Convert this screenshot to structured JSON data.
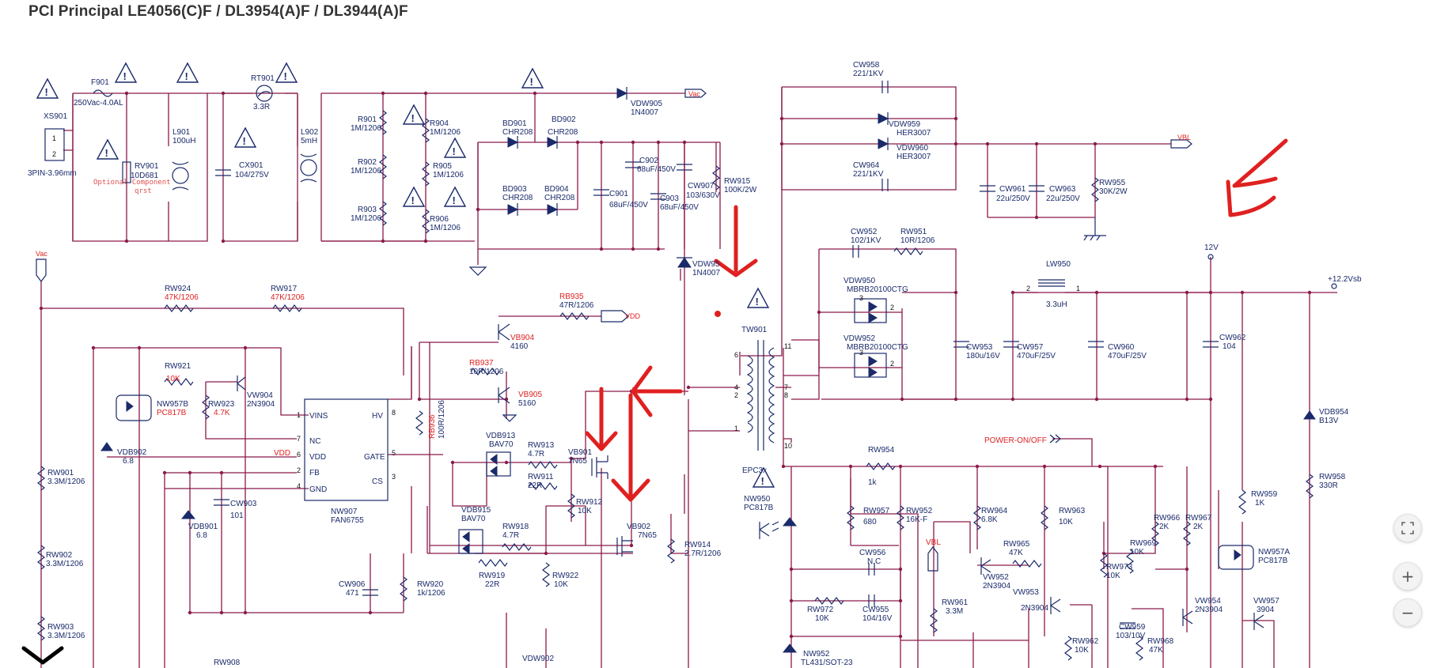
{
  "title": "PCI Principal LE4056(C)F / DL3954(A)F / DL3944(A)F",
  "controls": {
    "fit_icon": "fit-screen-icon",
    "zoom_in_label": "+",
    "zoom_out_label": "−"
  },
  "labels": {
    "XS901": "XS901",
    "XS901_pkg": "3PIN-3.96mm",
    "F901": "F901",
    "F901_val": "250Vac-4.0AL",
    "RV901": "RV901",
    "RV901_val": "10D681",
    "optional": "Optional Component",
    "qrst": "qrst",
    "L901": "L901",
    "L901_val": "100uH",
    "CX901": "CX901",
    "CX901_val": "104/275V",
    "RT901": "RT901",
    "RT901_val": "3.3R",
    "L902": "L902",
    "L902_val": "5mH",
    "R901": "R901",
    "R901_val": "1M/1206",
    "R902": "R902",
    "R902_val": "1M/1206",
    "R903": "R903",
    "R903_val": "1M/1206",
    "R904": "R904",
    "R904_val": "1M/1206",
    "R905": "R905",
    "R905_val": "1M/1206",
    "R906": "R906",
    "R906_val": "1M/1206",
    "BD901": "BD901",
    "BD901_val": "CHR208",
    "BD902": "BD902",
    "BD902_val": "CHR208",
    "BD903": "BD903",
    "BD903_val": "CHR208",
    "BD904": "BD904",
    "BD904_val": "CHR208",
    "VDW905": "VDW905",
    "VDW905_val": "1N4007",
    "Vac_out": "Vac",
    "C901": "C901",
    "C901_val": "68uF/450V",
    "C902": "C902",
    "C902_val": "68uF/450V",
    "C903": "C903",
    "C903_val": "68uF/450V",
    "CW907": "CW907",
    "CW907_val": "103/630V",
    "RW915": "RW915",
    "RW915_val": "100K/2W",
    "VDW95x": "VDW95",
    "VDW95x_val": "1N4007",
    "CW958": "CW958",
    "CW958_val": "221/1KV",
    "VDW959": "VDW959",
    "VDW959_val": "HER3007",
    "VDW960": "VDW960",
    "VDW960_val": "HER3007",
    "CW964": "CW964",
    "CW964_val": "221/1KV",
    "VBL_out": "VBL",
    "CW961": "CW961",
    "CW961_val": "22u/250V",
    "CW963": "CW963",
    "CW963_val": "22u/250V",
    "RW955": "RW955",
    "RW955_val": "30K/2W",
    "Vac_in": "Vac",
    "RW924": "RW924",
    "RW924_val": "47K/1206",
    "RW917": "RW917",
    "RW917_val": "47K/1206",
    "RB935": "RB935",
    "RB935_val": "47R/1206",
    "VDD_out": "VDD",
    "VB904": "VB904",
    "VB904_val": "4160",
    "RB937": "RB937",
    "RB937_val": "10R/1206",
    "VB905": "VB905",
    "VB905_val": "5160",
    "RB936": "RB936",
    "RB936_val": "100R/1206",
    "RW921": "RW921",
    "RW921_val": "10K",
    "VW904": "VW904",
    "VW904_val": "2N3904",
    "NW957B": "NW957B",
    "NW957B_val": "PC817B",
    "RW923": "RW923",
    "RW923_val": "4.7K",
    "VDB902": "VDB902",
    "VDB902_val": "6.8",
    "VDD_lbl": "VDD",
    "ic_VINS": "VINS",
    "ic_HV": "HV",
    "ic_NC": "NC",
    "ic_VDD": "VDD",
    "ic_GATE": "GATE",
    "ic_FB": "FB",
    "ic_CS": "CS",
    "ic_GND": "GND",
    "NW907": "NW907",
    "NW907_val": "FAN6755",
    "CW903": "CW903",
    "CW903_val": "101",
    "VDB901": "VDB901",
    "VDB901_val": "6.8",
    "RW901": "RW901",
    "RW901_val": "3.3M/1206",
    "RW902": "RW902",
    "RW902_val": "3.3M/1206",
    "RW903": "RW903",
    "RW903_val": "3.3M/1206",
    "VDB913": "VDB913",
    "VDB913_val": "BAV70",
    "RW913": "RW913",
    "RW913_val": "4.7R",
    "RW911": "RW911",
    "RW911_val": "22R",
    "VB901": "VB901",
    "VB901_val": "7N65",
    "VDB915": "VDB915",
    "VDB915_val": "BAV70",
    "RW918": "RW918",
    "RW918_val": "4.7R",
    "RW912": "RW912",
    "RW912_val": "10K",
    "VB902": "VB902",
    "VB902_val": "7N65",
    "RW919": "RW919",
    "RW919_val": "22R",
    "RW922": "RW922",
    "RW922_val": "10K",
    "CW906": "CW906",
    "CW906_val": "471",
    "RW920": "RW920",
    "RW920_val": "1k/1206",
    "RW914": "RW914",
    "RW914_val": "2.7R/1206",
    "TW901": "TW901",
    "EPC3x": "EPC3x",
    "CW952": "CW952",
    "CW952_val": "102/1KV",
    "RW951": "RW951",
    "RW951_val": "10R/1206",
    "VDW950": "VDW950",
    "VDW950_val": "MBRB20100CTG",
    "VDW952": "VDW952",
    "VDW952_val": "MBRB20100CTG",
    "LW950": "LW950",
    "LW950_val": "3.3uH",
    "CW953": "CW953",
    "CW953_val": "180u/16V",
    "CW957": "CW957",
    "CW957_val": "470uF/25V",
    "CW960": "CW960",
    "CW960_val": "470uF/25V",
    "net_12V": "12V",
    "net_12V2": "+12.2Vsb",
    "CW962": "CW962",
    "CW962_val": "104",
    "VDB954": "VDB954",
    "VDB954_val": "B13V",
    "RW958": "RW958",
    "RW958_val": "330R",
    "RW954": "RW954",
    "RW954_val": "1k",
    "power_on": "POWER-ON/OFF",
    "NW950": "NW950",
    "NW950_val": "PC817B",
    "RW957": "RW957",
    "RW957_val": "680",
    "RW952": "RW952",
    "RW952_val": "16K-F",
    "RW964": "RW964",
    "RW964_val": "6.8K",
    "RW963": "RW963",
    "RW963_val": "10K",
    "RW966": "RW966",
    "RW966_val": "2K",
    "RW967": "RW967",
    "RW967_val": "2K",
    "RW959": "RW959",
    "RW959_val": "1K",
    "CW956": "CW956",
    "CW956_val": "N.C",
    "VBL_lbl": "VBL",
    "RW965": "RW965",
    "RW965_val": "47K",
    "RW969": "RW969",
    "RW969_val": "10K",
    "RW973": "RW973",
    "RW973_val": "10K",
    "NW957A": "NW957A",
    "NW957A_val": "PC817B",
    "VW952": "VW952",
    "VW952_val": "2N3904",
    "VW953": "VW953",
    "VW953_val": "2N3904",
    "VW954": "VW954",
    "VW954_val": "2N3904",
    "VW957": "VW957",
    "VW957_val": "3904",
    "RW972": "RW972",
    "RW972_val": "10K",
    "CW955": "CW955",
    "CW955_val": "104/16V",
    "RW961": "RW961",
    "RW961_val": "3.3M",
    "CW959": "CW959",
    "CW959_val": "103/10V",
    "RW962": "RW962",
    "RW962_val": "10K",
    "RW968": "RW968",
    "RW968_val": "47K",
    "NW952": "NW952",
    "NW952_val": "TL431/SOT-23",
    "RW908": "RW908",
    "VDW902": "VDW902"
  }
}
